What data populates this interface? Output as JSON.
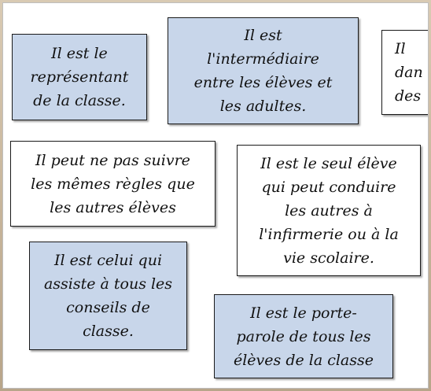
{
  "cards": [
    {
      "text": "Il est le\nreprésentant\nde la classe."
    },
    {
      "text": "Il est\nl'intermédiaire\nentre les élèves et\nles adultes."
    },
    {
      "text": "Il\ndan\ndes"
    },
    {
      "text": "Il peut ne pas suivre\nles mêmes règles que\nles autres élèves"
    },
    {
      "text": "Il est le seul élève\nqui peut conduire\nles autres à\nl'infirmerie ou à la\nvie scolaire."
    },
    {
      "text": "Il est celui qui\nassiste à tous les\nconseils de\nclasse."
    },
    {
      "text": "Il est le porte-\nparole de tous les\nélèves de la classe"
    }
  ],
  "colors": {
    "card_blue": "#c8d6ea",
    "card_white": "#ffffff",
    "border": "#1a1a1a"
  }
}
